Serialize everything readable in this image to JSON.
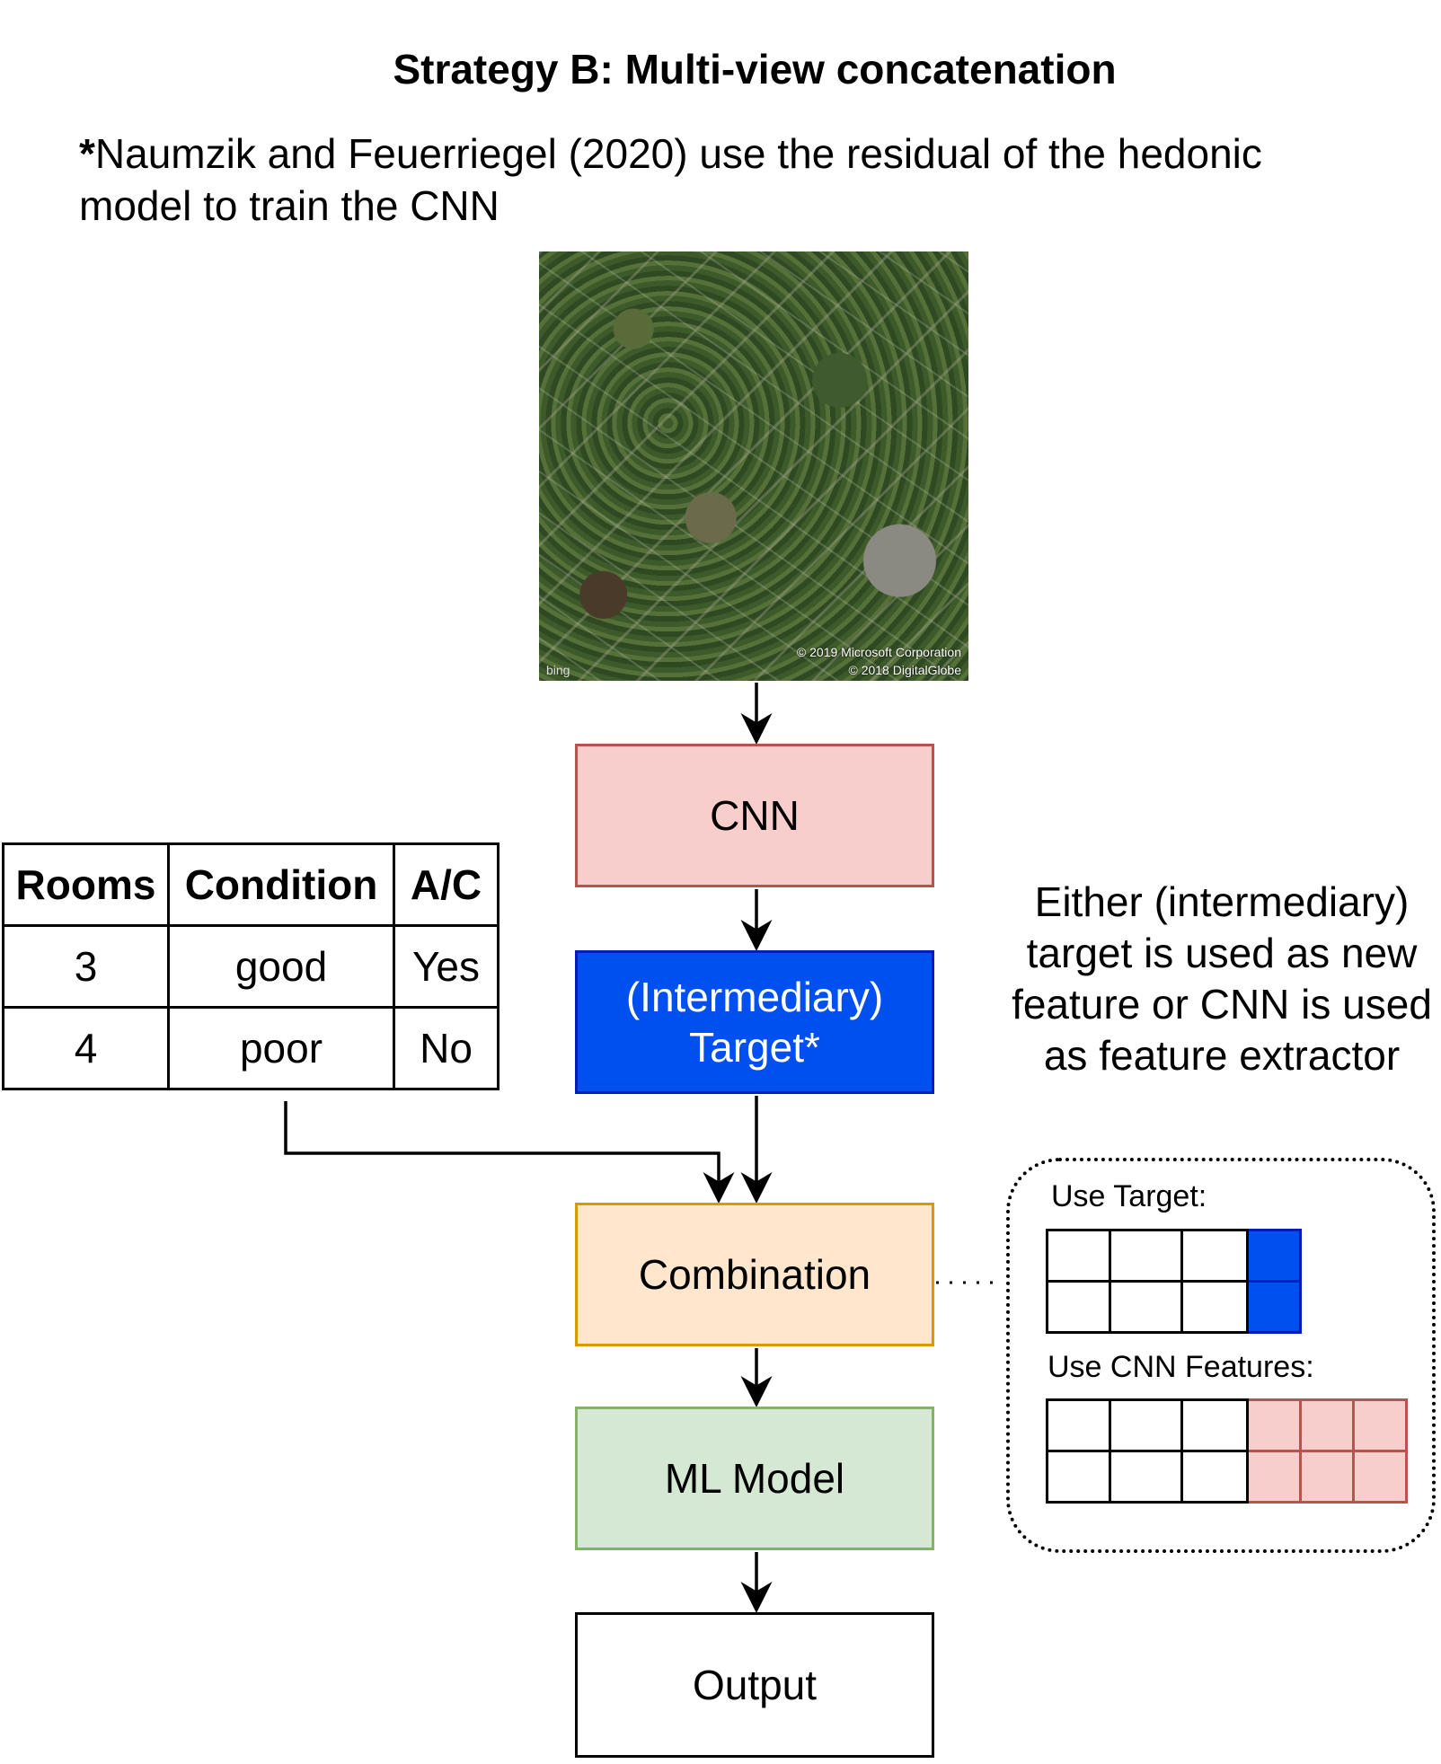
{
  "title": "Strategy B: Multi-view concatenation",
  "note": {
    "marker": "*",
    "text": "Naumzik and Feuerriegel (2020) use the residual of the hedonic model to train the CNN"
  },
  "satellite": {
    "copyright_line1": "© 2019 Microsoft Corporation",
    "copyright_line2": "© 2018 DigitalGlobe",
    "brand": "bing"
  },
  "flow": {
    "cnn": "CNN",
    "target_line1": "(Intermediary)",
    "target_line2": "Target*",
    "combination": "Combination",
    "ml_model": "ML Model",
    "output": "Output"
  },
  "table": {
    "headers": [
      "Rooms",
      "Condition",
      "A/C"
    ],
    "rows": [
      [
        "3",
        "good",
        "Yes"
      ],
      [
        "4",
        "poor",
        "No"
      ]
    ]
  },
  "explanation": "Either (intermediary) target is used as new feature or CNN is used as feature extractor",
  "options": {
    "use_target": "Use Target:",
    "use_cnn_features": "Use CNN Features:"
  },
  "colors": {
    "cnn_fill": "#f8cecc",
    "cnn_border": "#b85450",
    "target_fill": "#0050ef",
    "target_border": "#001dbc",
    "combination_fill": "#ffe6cc",
    "combination_border": "#d79b00",
    "ml_fill": "#d5e8d4",
    "ml_border": "#82b366"
  }
}
